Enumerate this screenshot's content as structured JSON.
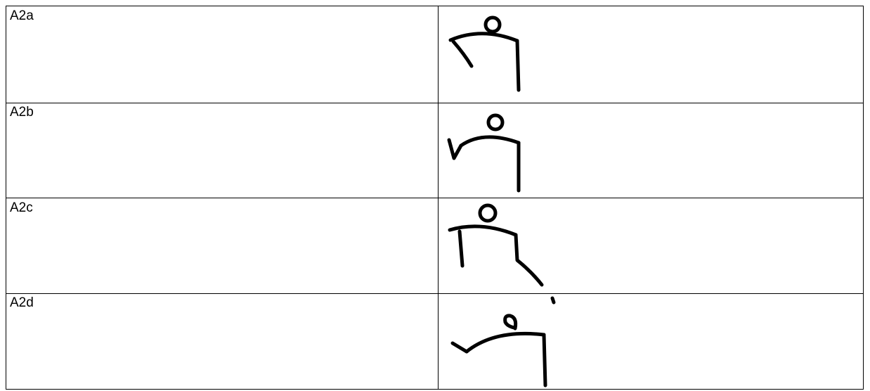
{
  "table": {
    "rows": [
      {
        "label": "A2a",
        "sketch": "stick-figure-arm-down-left"
      },
      {
        "label": "A2b",
        "sketch": "stick-figure-arm-v-left"
      },
      {
        "label": "A2c",
        "sketch": "stick-figure-both-legs"
      },
      {
        "label": "A2d",
        "sketch": "stick-figure-arm-extended-left"
      }
    ]
  }
}
